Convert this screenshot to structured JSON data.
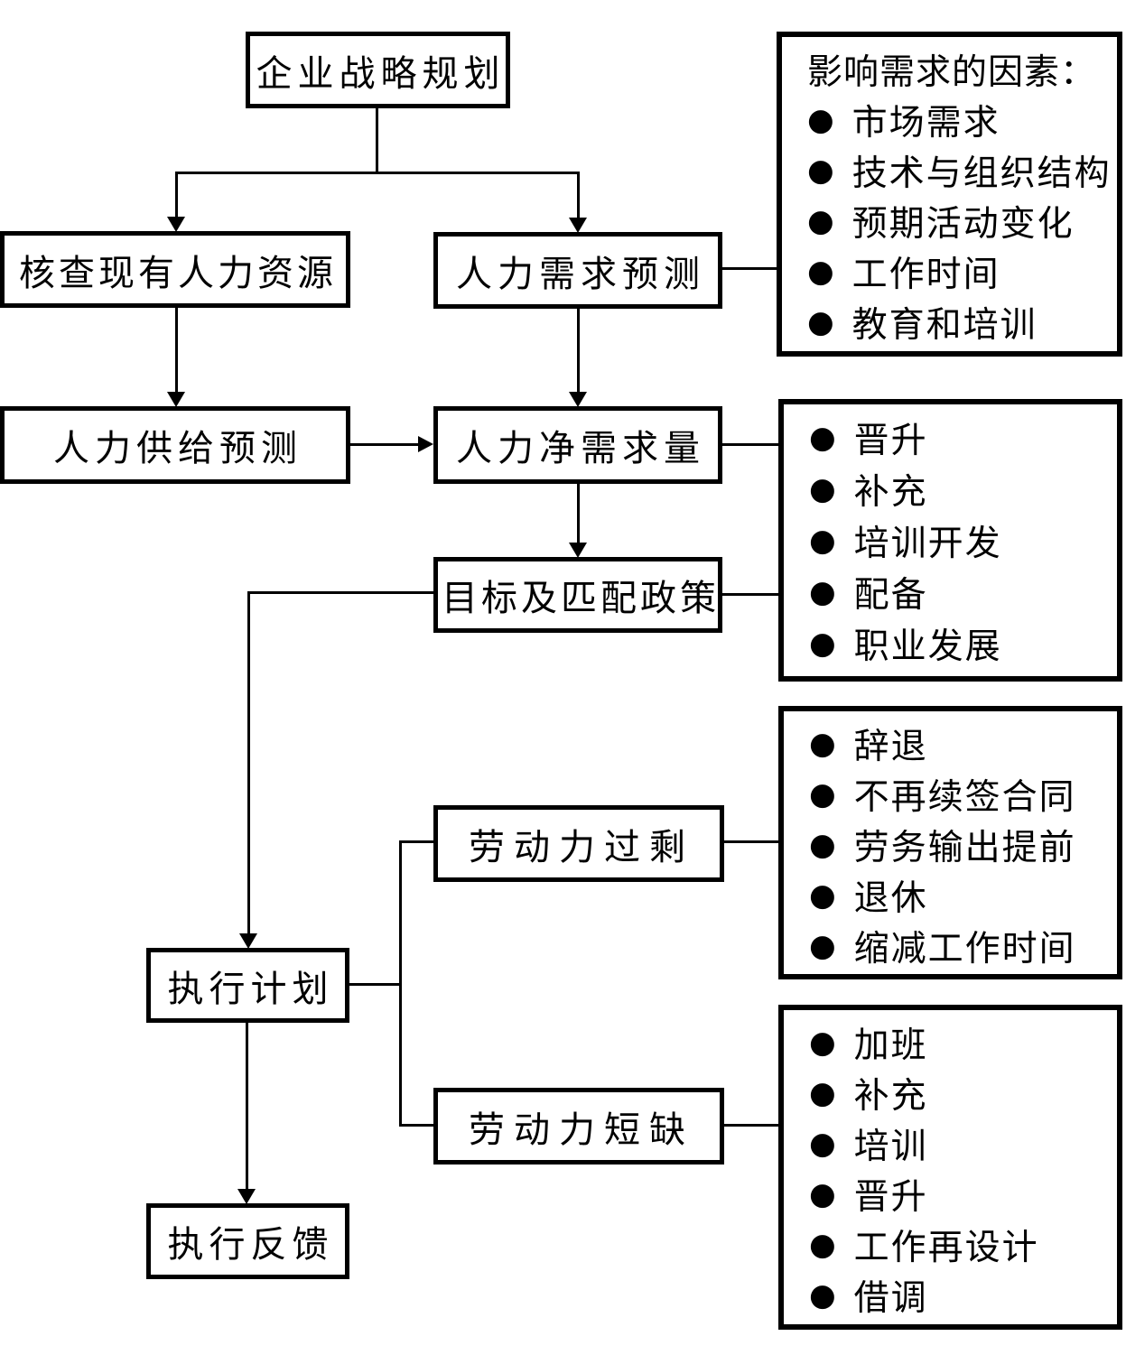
{
  "glyphs": {
    "bullet": "●"
  },
  "colors": {
    "line": "#000000",
    "background": "#ffffff",
    "text": "#000000"
  },
  "nodes": {
    "strategic_planning": {
      "label": "企业战略规划"
    },
    "check_existing_hr": {
      "label": "核查现有人力资源"
    },
    "demand_forecast": {
      "label": "人力需求预测"
    },
    "supply_forecast": {
      "label": "人力供给预测"
    },
    "net_demand": {
      "label": "人力净需求量"
    },
    "target_policy": {
      "label": "目标及匹配政策"
    },
    "labor_surplus": {
      "label": "劳动力过剩"
    },
    "execute_plan": {
      "label": "执行计划"
    },
    "labor_shortage": {
      "label": "劳动力短缺"
    },
    "execution_feedback": {
      "label": "执行反馈"
    }
  },
  "lists": {
    "demand_factors": {
      "title": "影响需求的因素：",
      "items": [
        "市场需求",
        "技术与组织结构",
        "预期活动变化",
        "工作时间",
        "教育和培训"
      ]
    },
    "net_demand_actions": {
      "items": [
        "晋升",
        "补充",
        "培训开发",
        "配备",
        "职业发展"
      ]
    },
    "surplus_actions": {
      "items": [
        "辞退",
        "不再续签合同",
        "劳务输出提前",
        "退休",
        "缩减工作时间"
      ]
    },
    "shortage_actions": {
      "items": [
        "加班",
        "补充",
        "培训",
        "晋升",
        "工作再设计",
        "借调"
      ]
    }
  }
}
